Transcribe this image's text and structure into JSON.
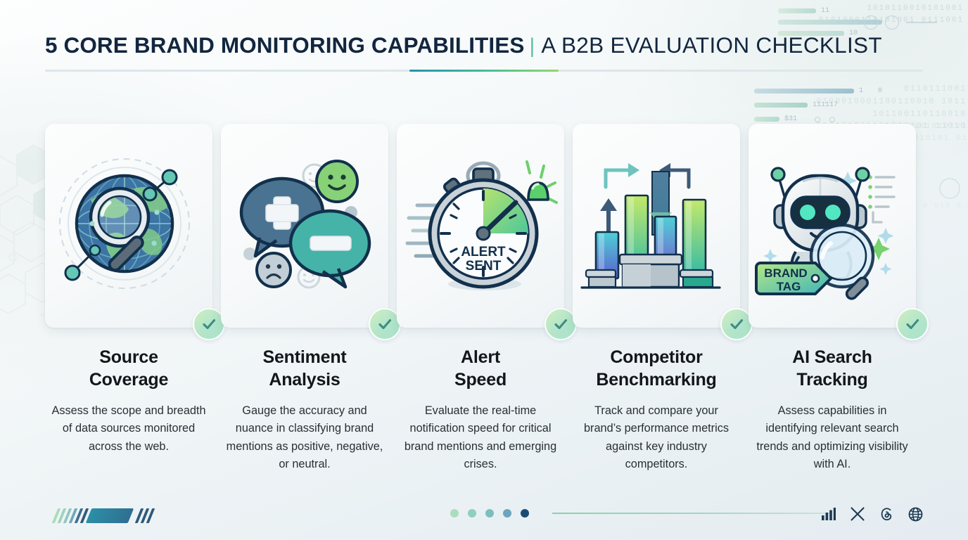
{
  "header": {
    "title_bold": "5 CORE BRAND MONITORING CAPABILITIES",
    "title_separator": "|",
    "title_light": "A B2B EVALUATION CHECKLIST",
    "accent_color": "#3fb89b"
  },
  "cards": [
    {
      "icon": "globe-magnifier-icon",
      "title_line1": "Source",
      "title_line2": "Coverage",
      "description": "Assess the scope and breadth of data sources monitored across the web.",
      "badge": "check-icon"
    },
    {
      "icon": "sentiment-speech-bubbles-icon",
      "title_line1": "Sentiment",
      "title_line2": "Analysis",
      "description": "Gauge the accuracy and nuance in classifying brand mentions as positive, negative, or neutral.",
      "badge": "check-icon"
    },
    {
      "icon": "stopwatch-alert-icon",
      "title_line1": "Alert",
      "title_line2": "Speed",
      "description": "Evaluate the real-time notification speed for critical brand mentions and emerging crises.",
      "badge": "check-icon",
      "art_label_line1": "ALERT",
      "art_label_line2": "SENT"
    },
    {
      "icon": "bar-chart-podium-icon",
      "title_line1": "Competitor",
      "title_line2": "Benchmarking",
      "description": "Track and compare your brand’s performance metrics against key industry competitors.",
      "badge": "check-icon"
    },
    {
      "icon": "ai-robot-magnifier-icon",
      "title_line1": "AI Search",
      "title_line2": "Tracking",
      "description": "Assess capabilities in identifying relevant search trends and optimizing visibility with AI.",
      "badge": "check-icon",
      "art_label_line1": "BRAND",
      "art_label_line2": "TAG"
    }
  ],
  "footer": {
    "pagination_dots": [
      "#a9ddbe",
      "#8ecfc0",
      "#79bfbd",
      "#6aa6bd",
      "#1b4a75"
    ],
    "socials": [
      {
        "name": "analytics-bars-icon",
        "glyph": "bars"
      },
      {
        "name": "x-twitter-icon",
        "glyph": "X"
      },
      {
        "name": "threads-icon",
        "glyph": "threads"
      },
      {
        "name": "globe-icon",
        "glyph": "globe"
      }
    ]
  },
  "decor": {
    "binary_top": "1010110010101001",
    "binary_top2": "0101000110101001 0111001",
    "binary_mid1": "0110111001",
    "binary_mid2": "0100010001100110010 1011",
    "binary_mid3": "101100110110018",
    "binary_mid4": "010101001101010101 11010",
    "binary_far1": "11010101010101",
    "binary_far2": "0010101 01",
    "binary_low": "0 010 0",
    "meta_nums": [
      "11",
      "10",
      "1",
      "0",
      "111117",
      "$31"
    ]
  }
}
